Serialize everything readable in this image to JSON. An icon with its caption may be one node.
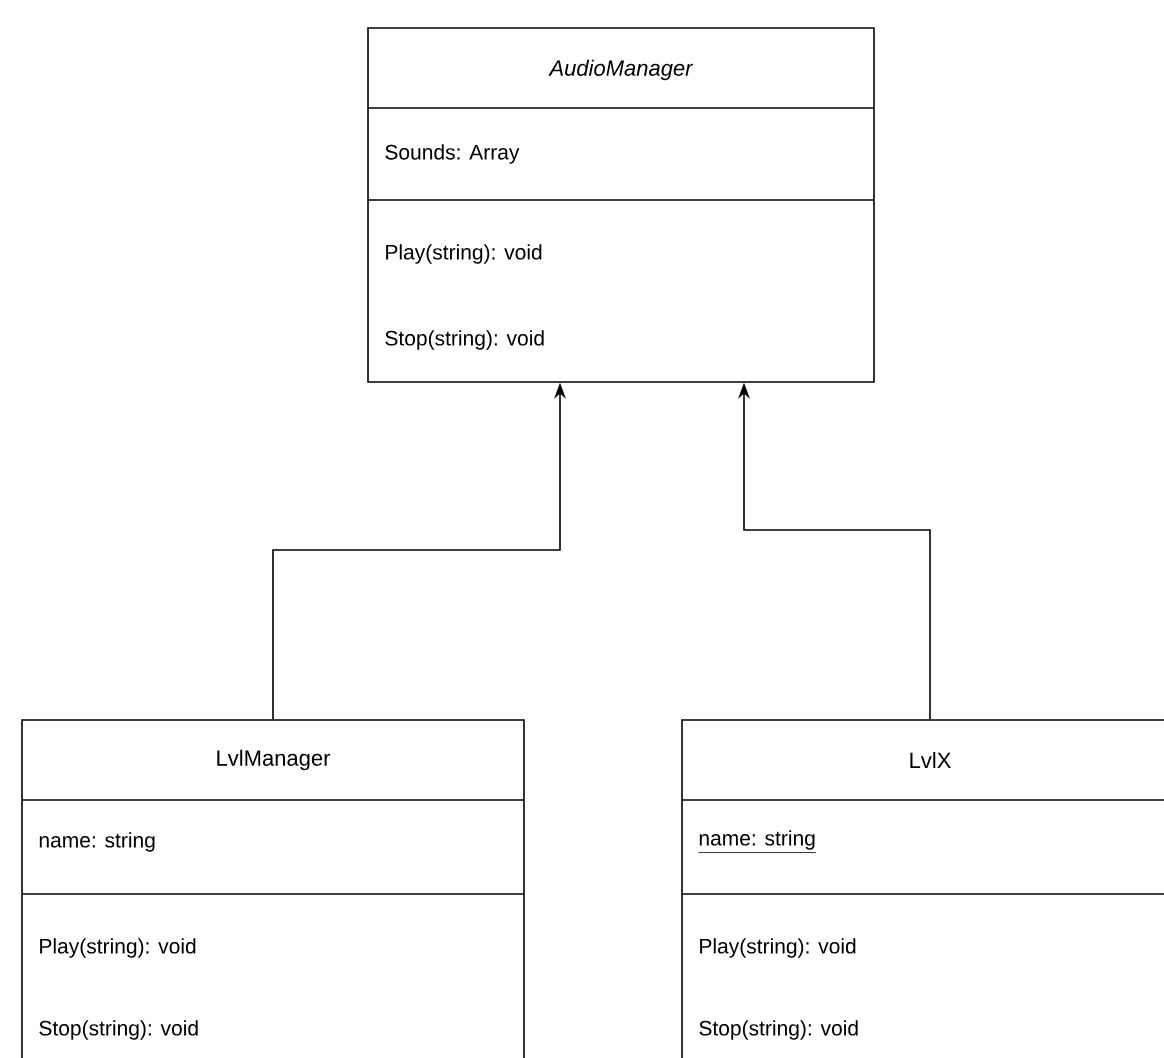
{
  "diagram": {
    "nodes": [
      {
        "text": [
          "AudioManager",
          "Sounds: Array",
          "Play(string): void",
          "Stop(string): void"
        ]
      },
      {
        "text": [
          "LvlManager",
          "name: string",
          "Play(string): void",
          "Stop(string): void"
        ]
      },
      {
        "text": [
          "LvlX",
          "name: string",
          "Play(string): void",
          "Stop(string): void"
        ]
      }
    ],
    "edges": [
      {
        "from": 1,
        "to": 0,
        "arrow": "to"
      },
      {
        "from": 2,
        "to": 0,
        "arrow": "to"
      }
    ]
  }
}
